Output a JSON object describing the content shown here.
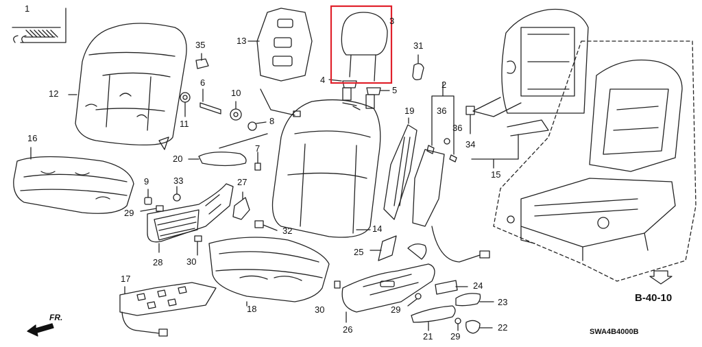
{
  "diagram": {
    "part_labels": [
      "1",
      "2",
      "3",
      "4",
      "5",
      "6",
      "7",
      "8",
      "9",
      "10",
      "11",
      "12",
      "13",
      "14",
      "15",
      "16",
      "17",
      "18",
      "19",
      "20",
      "21",
      "22",
      "23",
      "24",
      "25",
      "26",
      "27",
      "28",
      "29",
      "29",
      "29",
      "30",
      "30",
      "31",
      "32",
      "33",
      "34",
      "35",
      "36",
      "36"
    ],
    "highlight_color": "#e0202a",
    "reference_tag": "B-40-10",
    "front_indicator": "FR.",
    "diagram_code": "SWA4B4000B"
  }
}
